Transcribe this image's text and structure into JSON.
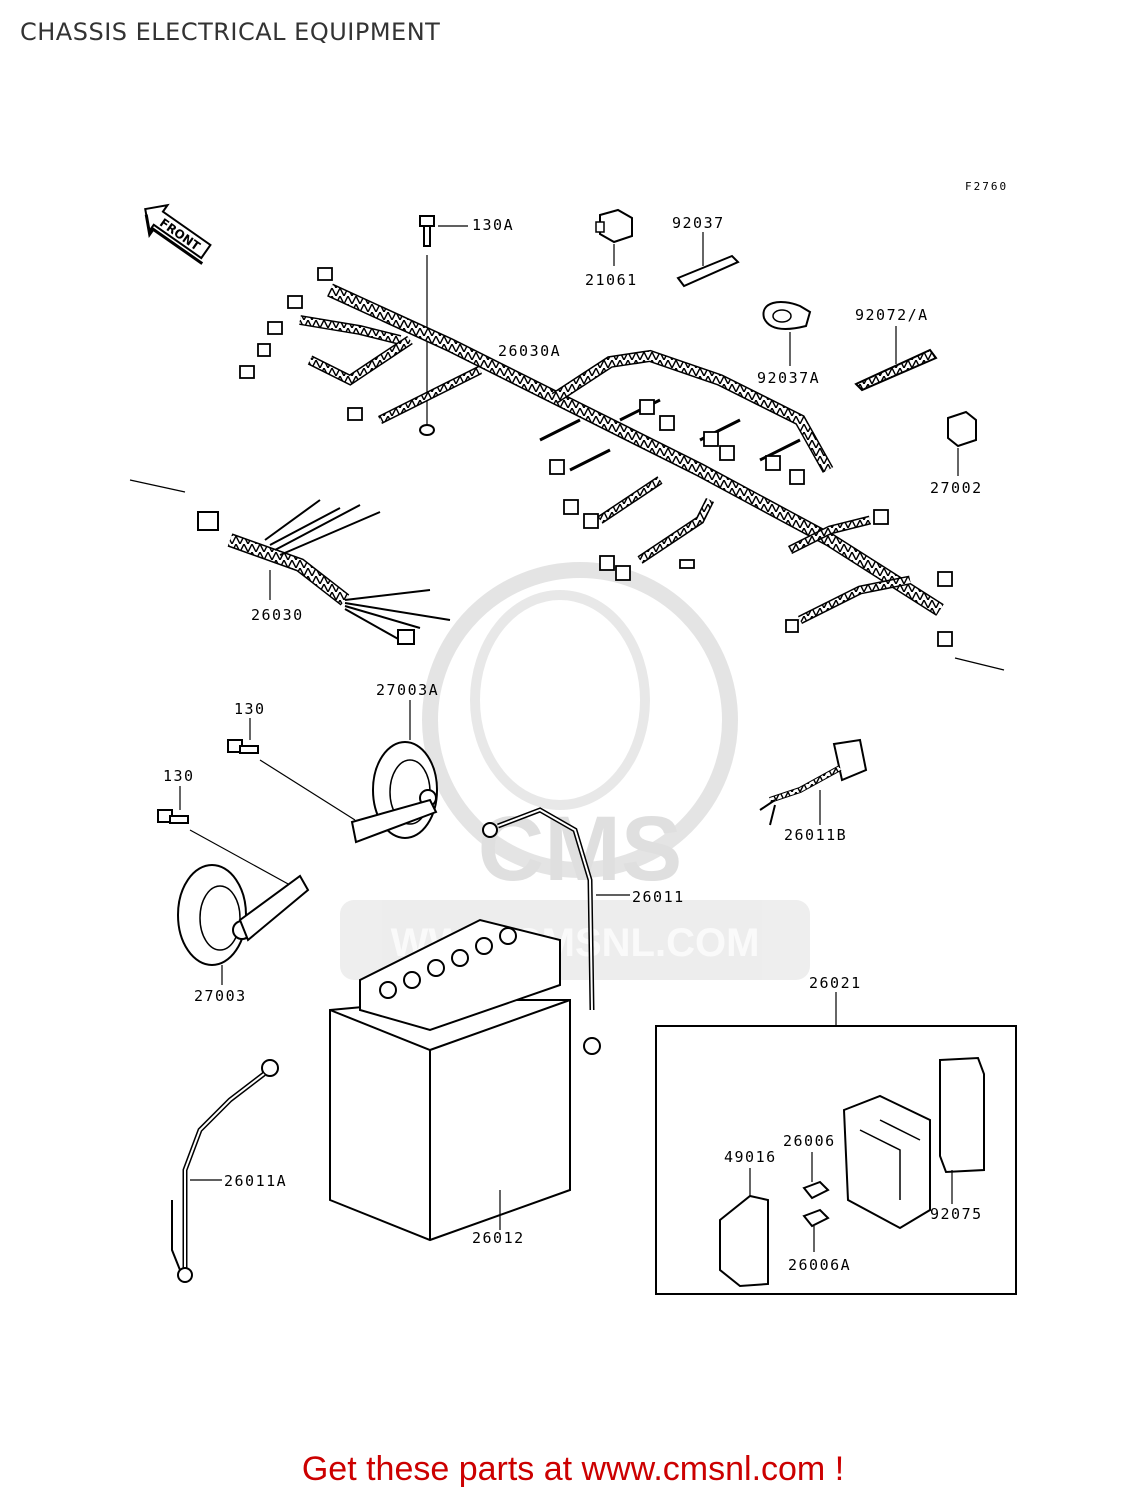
{
  "page": {
    "title": "CHASSIS ELECTRICAL EQUIPMENT",
    "figure_code": "F2760",
    "front_arrow": "FRONT",
    "footer": "Get these parts at www.cmsnl.com !"
  },
  "watermark": {
    "logo": "CMS",
    "site": "WWW.CMSNL.COM"
  },
  "parts": {
    "p130A": "130A",
    "p21061": "21061",
    "p92037": "92037",
    "p92072A": "92072/A",
    "p92037A": "92037A",
    "p26030A": "26030A",
    "p27002": "27002",
    "p26030": "26030",
    "p130_a": "130",
    "p130_b": "130",
    "p27003A": "27003A",
    "p26011B": "26011B",
    "p26011": "26011",
    "p27003": "27003",
    "p26021": "26021",
    "p26006": "26006",
    "p49016": "49016",
    "p92075": "92075",
    "p26011A": "26011A",
    "p26012": "26012",
    "p26006A": "26006A"
  }
}
